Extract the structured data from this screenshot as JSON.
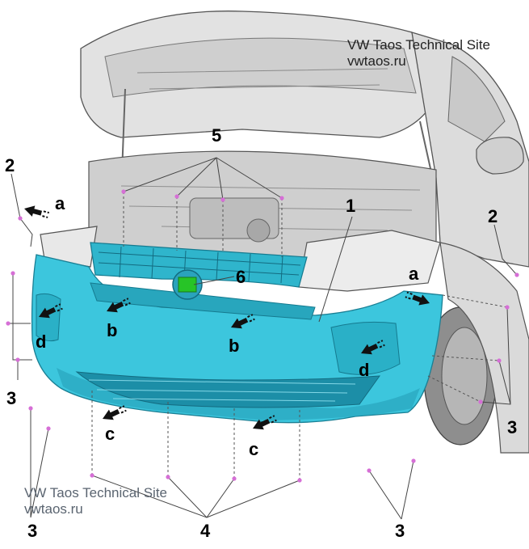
{
  "watermark": {
    "top_line1": "VW Taos Technical Site",
    "top_line2": "vwtaos.ru",
    "bottom_line1": "VW Taos Technical Site",
    "bottom_line2": "vwtaos.ru"
  },
  "callouts": {
    "c1": "1",
    "c2": "2",
    "c3": "3",
    "c4": "4",
    "c5": "5",
    "c6": "6"
  },
  "arrow_letters": {
    "a": "a",
    "b": "b",
    "c": "c",
    "d": "d"
  },
  "colors": {
    "bumper": "#3cc6dd",
    "bumper_dark": "#1f9bb4",
    "emblem": "#27c427",
    "marker": "#d66fd6",
    "car_body": "#d9d9d9",
    "car_outline": "#555555"
  }
}
